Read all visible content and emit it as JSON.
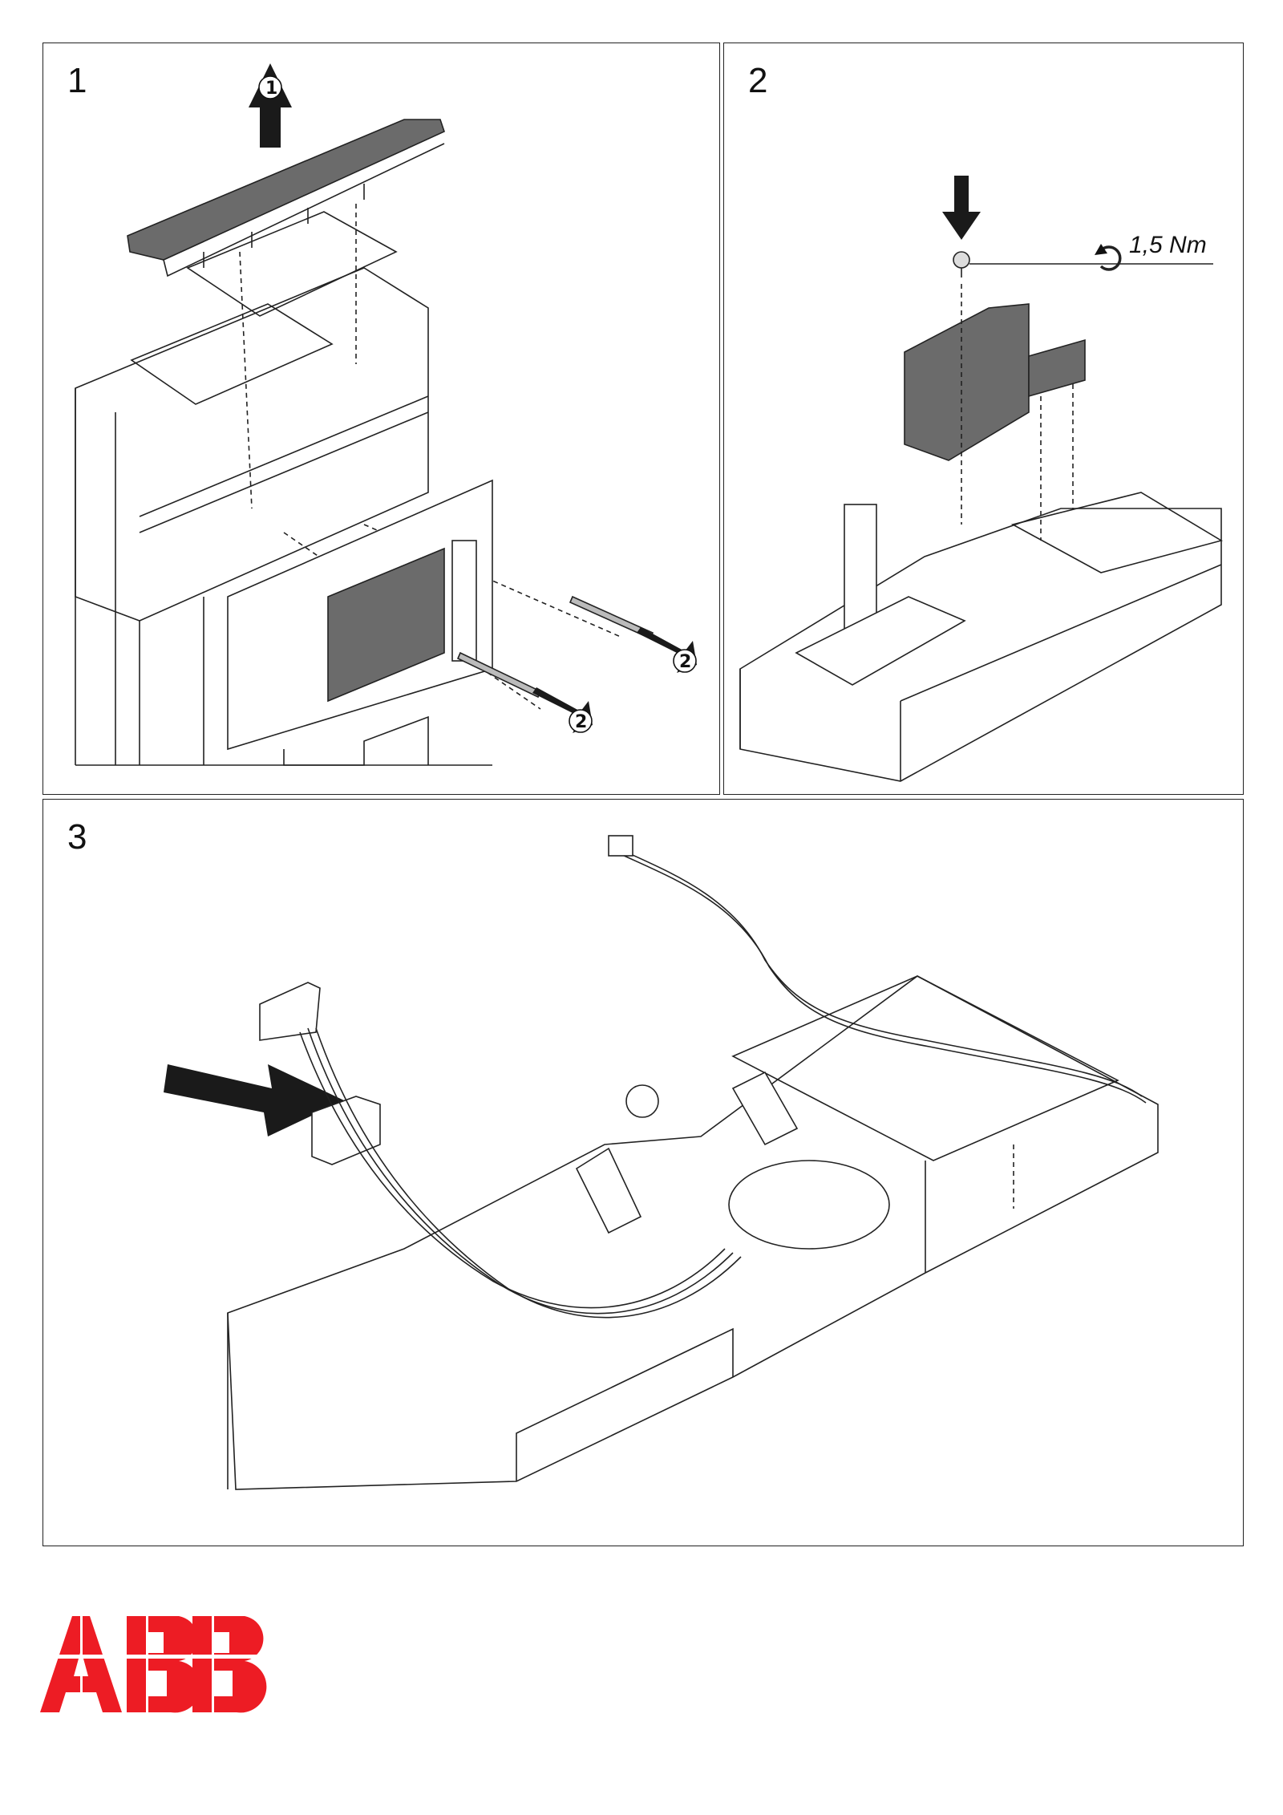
{
  "steps": [
    {
      "number": "1",
      "callouts": [
        "1",
        "2",
        "2"
      ]
    },
    {
      "number": "2",
      "torque": "1,5 Nm"
    },
    {
      "number": "3"
    }
  ],
  "logo": {
    "text": "ABB",
    "color": "#ED1C24"
  },
  "colors": {
    "part_fill": "#6b6b6b",
    "arrow": "#1a1a1a",
    "line": "#222222"
  },
  "icons": [
    "arrow-up-icon",
    "arrow-down-icon",
    "arrow-right-icon",
    "torque-rotate-icon"
  ]
}
